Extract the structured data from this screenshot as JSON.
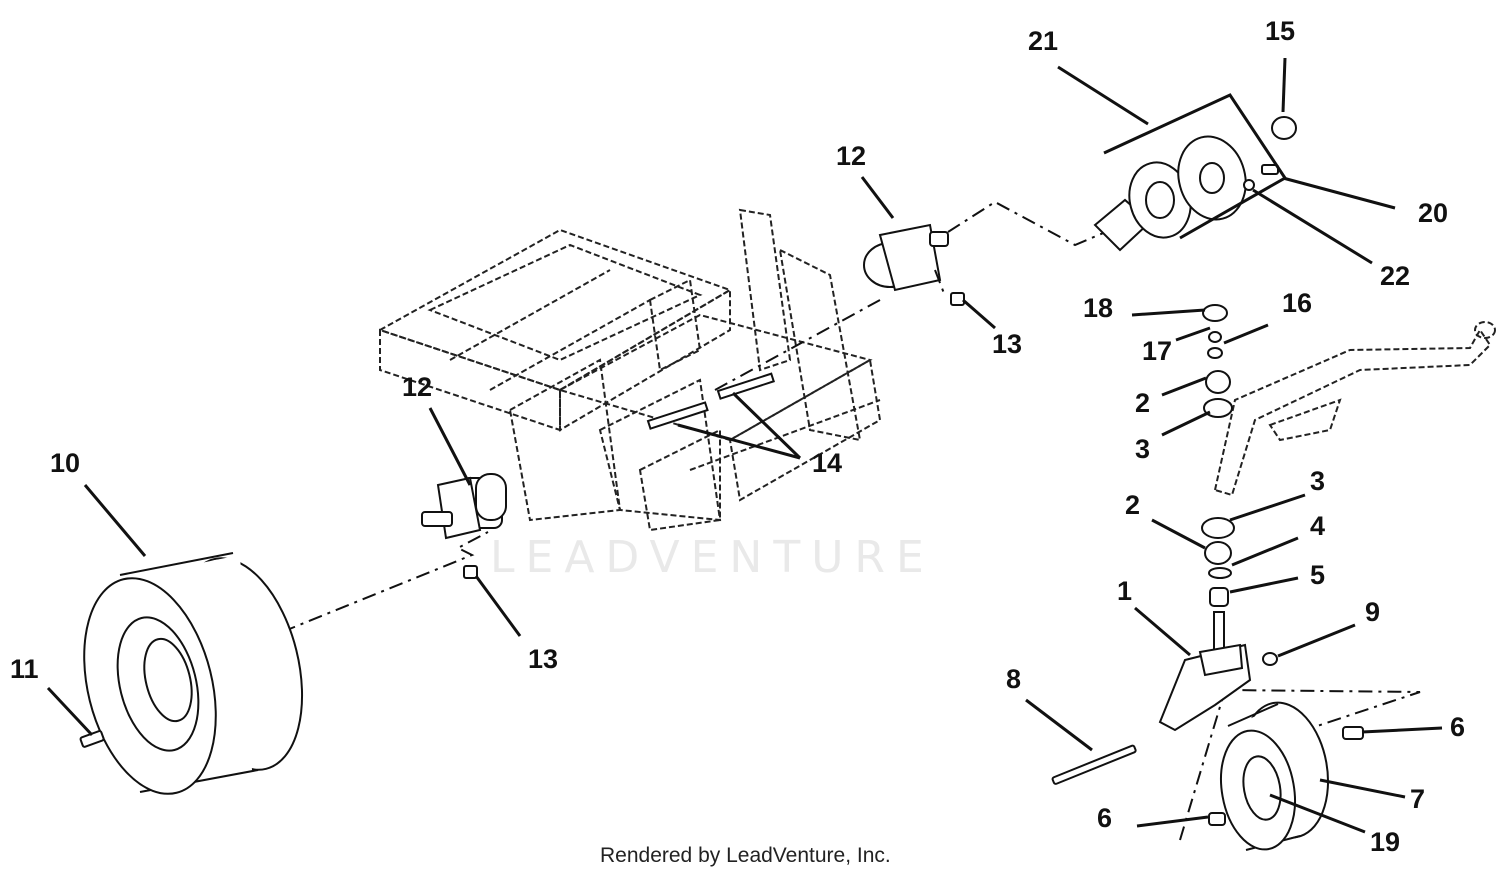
{
  "diagram": {
    "watermark": "LEADVENTURE",
    "footer": "Rendered by LeadVenture, Inc.",
    "callouts": {
      "c1": "1",
      "c2a": "2",
      "c2b": "2",
      "c3a": "3",
      "c3b": "3",
      "c4": "4",
      "c5": "5",
      "c6a": "6",
      "c6b": "6",
      "c7": "7",
      "c8": "8",
      "c9": "9",
      "c10": "10",
      "c11": "11",
      "c12a": "12",
      "c12b": "12",
      "c13a": "13",
      "c13b": "13",
      "c14": "14",
      "c15": "15",
      "c16": "16",
      "c17": "17",
      "c18": "18",
      "c19": "19",
      "c20": "20",
      "c21": "21",
      "c22": "22"
    },
    "colors": {
      "ink": "#111111",
      "watermark": "#e9e9e9",
      "background": "#ffffff"
    }
  }
}
